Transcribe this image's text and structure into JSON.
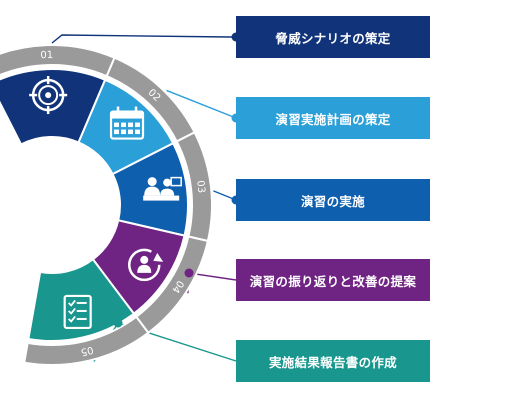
{
  "steps": [
    {
      "number": "01",
      "label": "脅威シナリオの策定",
      "color": "#10337a",
      "icon": "target-icon"
    },
    {
      "number": "02",
      "label": "演習実施計画の策定",
      "color": "#2a9fd8",
      "icon": "calendar-icon"
    },
    {
      "number": "03",
      "label": "演習の実施",
      "color": "#0e5fad",
      "icon": "meeting-icon"
    },
    {
      "number": "04",
      "label": "演習の振り返りと改善の提案",
      "color": "#6f2382",
      "icon": "review-cycle-icon"
    },
    {
      "number": "05",
      "label": "実施結果報告書の作成",
      "color": "#19968e",
      "icon": "checklist-icon"
    }
  ],
  "colors": {
    "ring": "#9a9a9a",
    "ring_divider": "#ffffff"
  }
}
